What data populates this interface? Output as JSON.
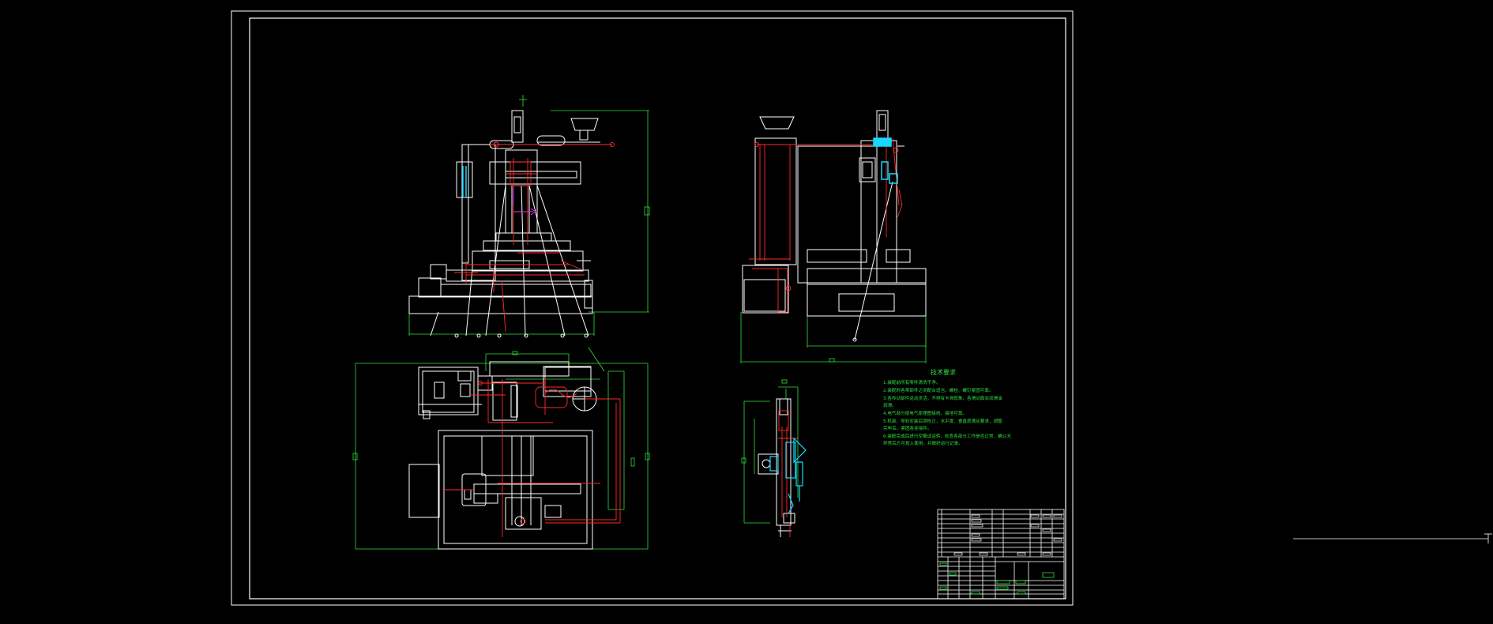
{
  "drawing": {
    "background": "#000000",
    "colors": {
      "outline": "#ffffff",
      "dimension": "#2fe03f",
      "hidden": "#ff2a2a",
      "accent": "#18d8ff",
      "marker": "#ff22ff"
    },
    "views": [
      "front-view",
      "side-view",
      "top-view",
      "detail-view"
    ]
  },
  "notes": {
    "title": "技术要求",
    "lines": [
      "1.装配前所有零件清洗干净。",
      "2.装配时各零部件之间配合适当，螺栓、螺钉紧固可靠。",
      "3.各传动部件运动灵活，不得有卡滞现象，各滑动面涂润滑油",
      "  润滑。",
      "4.电气部分按电气原理图接线，接地可靠。",
      "5.机架、导轨安装后须校正，水平度、垂直度满足要求，调整",
      "  完毕后，紧固各连接件。",
      "6.装配完成后进行空载试运转，检查各部分工作是否正常，确认无",
      "  异常后方可投入使用，并做好运行记录。"
    ]
  }
}
